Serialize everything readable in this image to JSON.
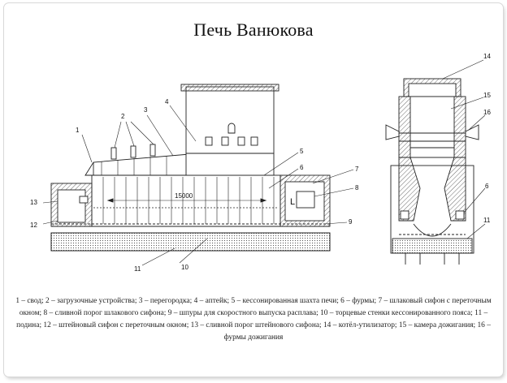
{
  "slide": {
    "title": "Печь Ванюкова",
    "caption": "1 – свод; 2 – загрузочные устройства; 3 – перегородка; 4 – аптейк; 5 – кессонированная шахта печи; 6 – фурмы; 7 – шлаковый сифон с переточным окном; 8 – сливной порог шлакового сифона; 9 – шпуры для скоростного выпуска расплава; 10 – торцевые стенки кессонированного пояса; 11 – подина; 12 – штейновый сифон с переточным окном; 13 – сливной порог штейнового сифона; 14 – котёл-утилизатор; 15 – камера дожигания; 16 – фурмы дожигания"
  },
  "diagram": {
    "dimension_label": "15000",
    "section_letter": "L",
    "callouts": {
      "c1": "1",
      "c2": "2",
      "c3": "3",
      "c4": "4",
      "c5": "5",
      "c6": "6",
      "c7": "7",
      "c8": "8",
      "c9": "9",
      "c10": "10",
      "c11": "11",
      "c12": "12",
      "c13": "13",
      "c14": "14",
      "c15": "15",
      "c16": "16",
      "c6r": "6",
      "c11r": "11"
    }
  }
}
